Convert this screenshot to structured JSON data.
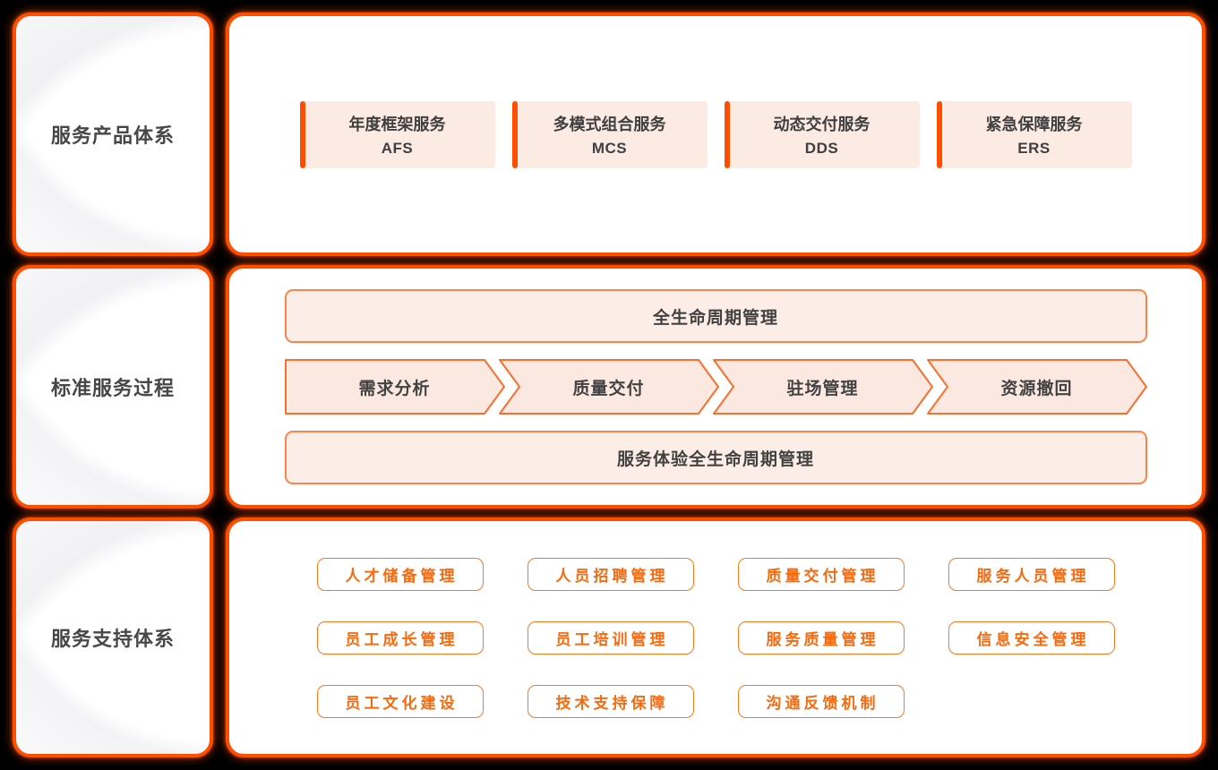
{
  "colors": {
    "background": "#000000",
    "accent_border": "#ff4e00",
    "card_fill_pink": "#fcebe3",
    "process_fill": "#fcede7",
    "process_border": "#f9854e",
    "arrow_fill": "#fbe8e0",
    "arrow_border": "#f8702f",
    "support_text": "#f9690e",
    "text_dark": "#424242"
  },
  "rows": [
    {
      "label": "服务产品体系",
      "products": [
        {
          "title": "年度框架服务",
          "code": "AFS"
        },
        {
          "title": "多模式组合服务",
          "code": "MCS"
        },
        {
          "title": "动态交付服务",
          "code": "DDS"
        },
        {
          "title": "紧急保障服务",
          "code": "ERS"
        }
      ]
    },
    {
      "label": "标准服务过程",
      "top_bar": "全生命周期管理",
      "steps": [
        "需求分析",
        "质量交付",
        "驻场管理",
        "资源撤回"
      ],
      "bottom_bar": "服务体验全生命周期管理"
    },
    {
      "label": "服务支持体系",
      "items": [
        "人才储备管理",
        "人员招聘管理",
        "质量交付管理",
        "服务人员管理",
        "员工成长管理",
        "员工培训管理",
        "服务质量管理",
        "信息安全管理",
        "员工文化建设",
        "技术支持保障",
        "沟通反馈机制"
      ]
    }
  ]
}
